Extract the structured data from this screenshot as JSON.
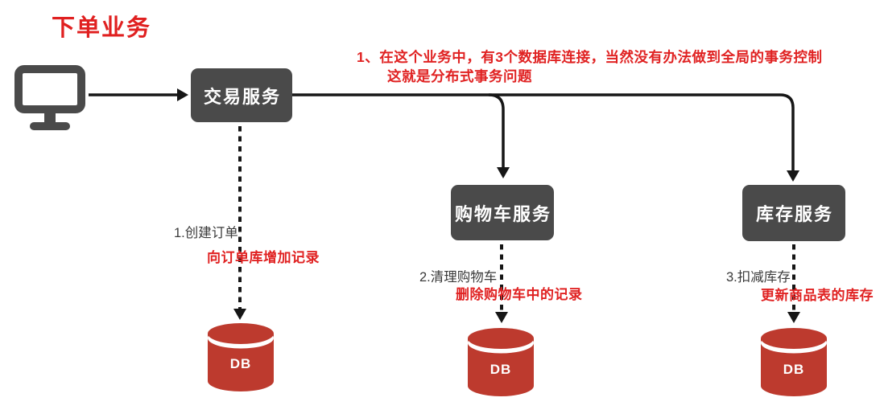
{
  "title": "下单业务",
  "annotation": {
    "line1": "1、在这个业务中，有3个数据库连接，当然没有办法做到全局的事务控制",
    "line2": "这就是分布式事务问题"
  },
  "services": {
    "trade": {
      "label": "交易服务"
    },
    "cart": {
      "label": "购物车服务"
    },
    "stock": {
      "label": "库存服务"
    }
  },
  "steps": [
    {
      "label": "1.创建订单",
      "note": "向订单库增加记录"
    },
    {
      "label": "2.清理购物车",
      "note": "删除购物车中的记录"
    },
    {
      "label": "3.扣减库存",
      "note": "更新商品表的库存"
    }
  ],
  "databases": [
    {
      "label": "DB"
    },
    {
      "label": "DB"
    },
    {
      "label": "DB"
    }
  ],
  "icons": {
    "client": "computer-monitor-icon",
    "database": "database-cylinder-icon"
  },
  "colors": {
    "accent_red": "#E02020",
    "db_red": "#BD3A2E",
    "node_gray": "#4A4A4A",
    "line_black": "#161616"
  }
}
